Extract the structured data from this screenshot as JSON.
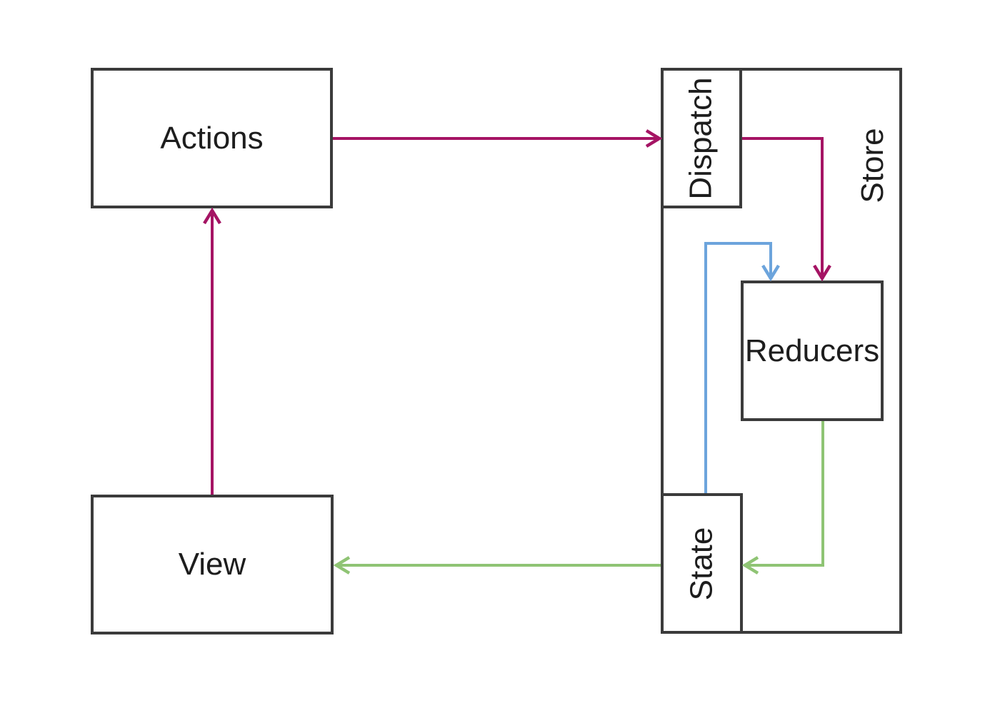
{
  "diagram": {
    "nodes": {
      "actions": {
        "label": "Actions"
      },
      "dispatch": {
        "label": "Dispatch"
      },
      "store": {
        "label": "Store"
      },
      "reducers": {
        "label": "Reducers"
      },
      "state": {
        "label": "State"
      },
      "view": {
        "label": "View"
      }
    },
    "edges": [
      {
        "id": "actions-to-dispatch",
        "from": "actions",
        "to": "dispatch",
        "color": "magenta"
      },
      {
        "id": "dispatch-to-reducers",
        "from": "dispatch",
        "to": "reducers",
        "color": "magenta"
      },
      {
        "id": "view-to-actions",
        "from": "view",
        "to": "actions",
        "color": "magenta"
      },
      {
        "id": "state-to-reducers",
        "from": "state",
        "to": "reducers",
        "color": "blue"
      },
      {
        "id": "reducers-to-state",
        "from": "reducers",
        "to": "state",
        "color": "green"
      },
      {
        "id": "state-to-view",
        "from": "state",
        "to": "view",
        "color": "green"
      }
    ]
  },
  "colors": {
    "magenta": "#a51464",
    "blue": "#6ca4dc",
    "green": "#8fc474",
    "border": "#3b3b3b",
    "text": "#1d1d1d",
    "background": "#ffffff"
  }
}
